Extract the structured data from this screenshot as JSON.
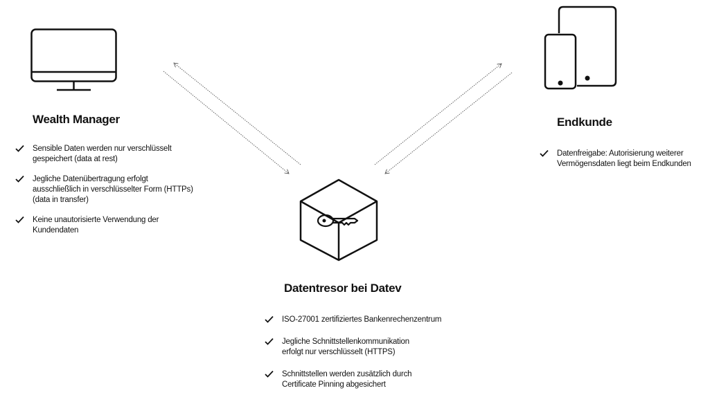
{
  "wealth_manager": {
    "icon": "monitor-icon",
    "title": "Wealth Manager",
    "points": [
      "Sensible Daten werden nur verschlüsselt\ngespeichert (data at rest)",
      "Jegliche Datenübertragung erfolgt\nausschließlich in verschlüsselter Form (HTTPs)\n(data in transfer)",
      "Keine unautorisierte Verwendung der\nKundendaten"
    ]
  },
  "endkunde": {
    "icon": "mobile-devices-icon",
    "title": "Endkunde",
    "points": [
      "Datenfreigabe: Autorisierung weiterer\nVermögensdaten liegt beim Endkunden"
    ]
  },
  "datentresor": {
    "icon": "key-box-icon",
    "title": "Datentresor bei Datev",
    "points": [
      "ISO-27001 zertifiziertes Bankenrechenzentrum",
      "Jegliche Schnittstellenkommunikation\nerfolgt nur verschlüsselt (HTTPS)",
      "Schnittstellen werden zusätzlich durch\nCertificate Pinning abgesichert"
    ]
  }
}
